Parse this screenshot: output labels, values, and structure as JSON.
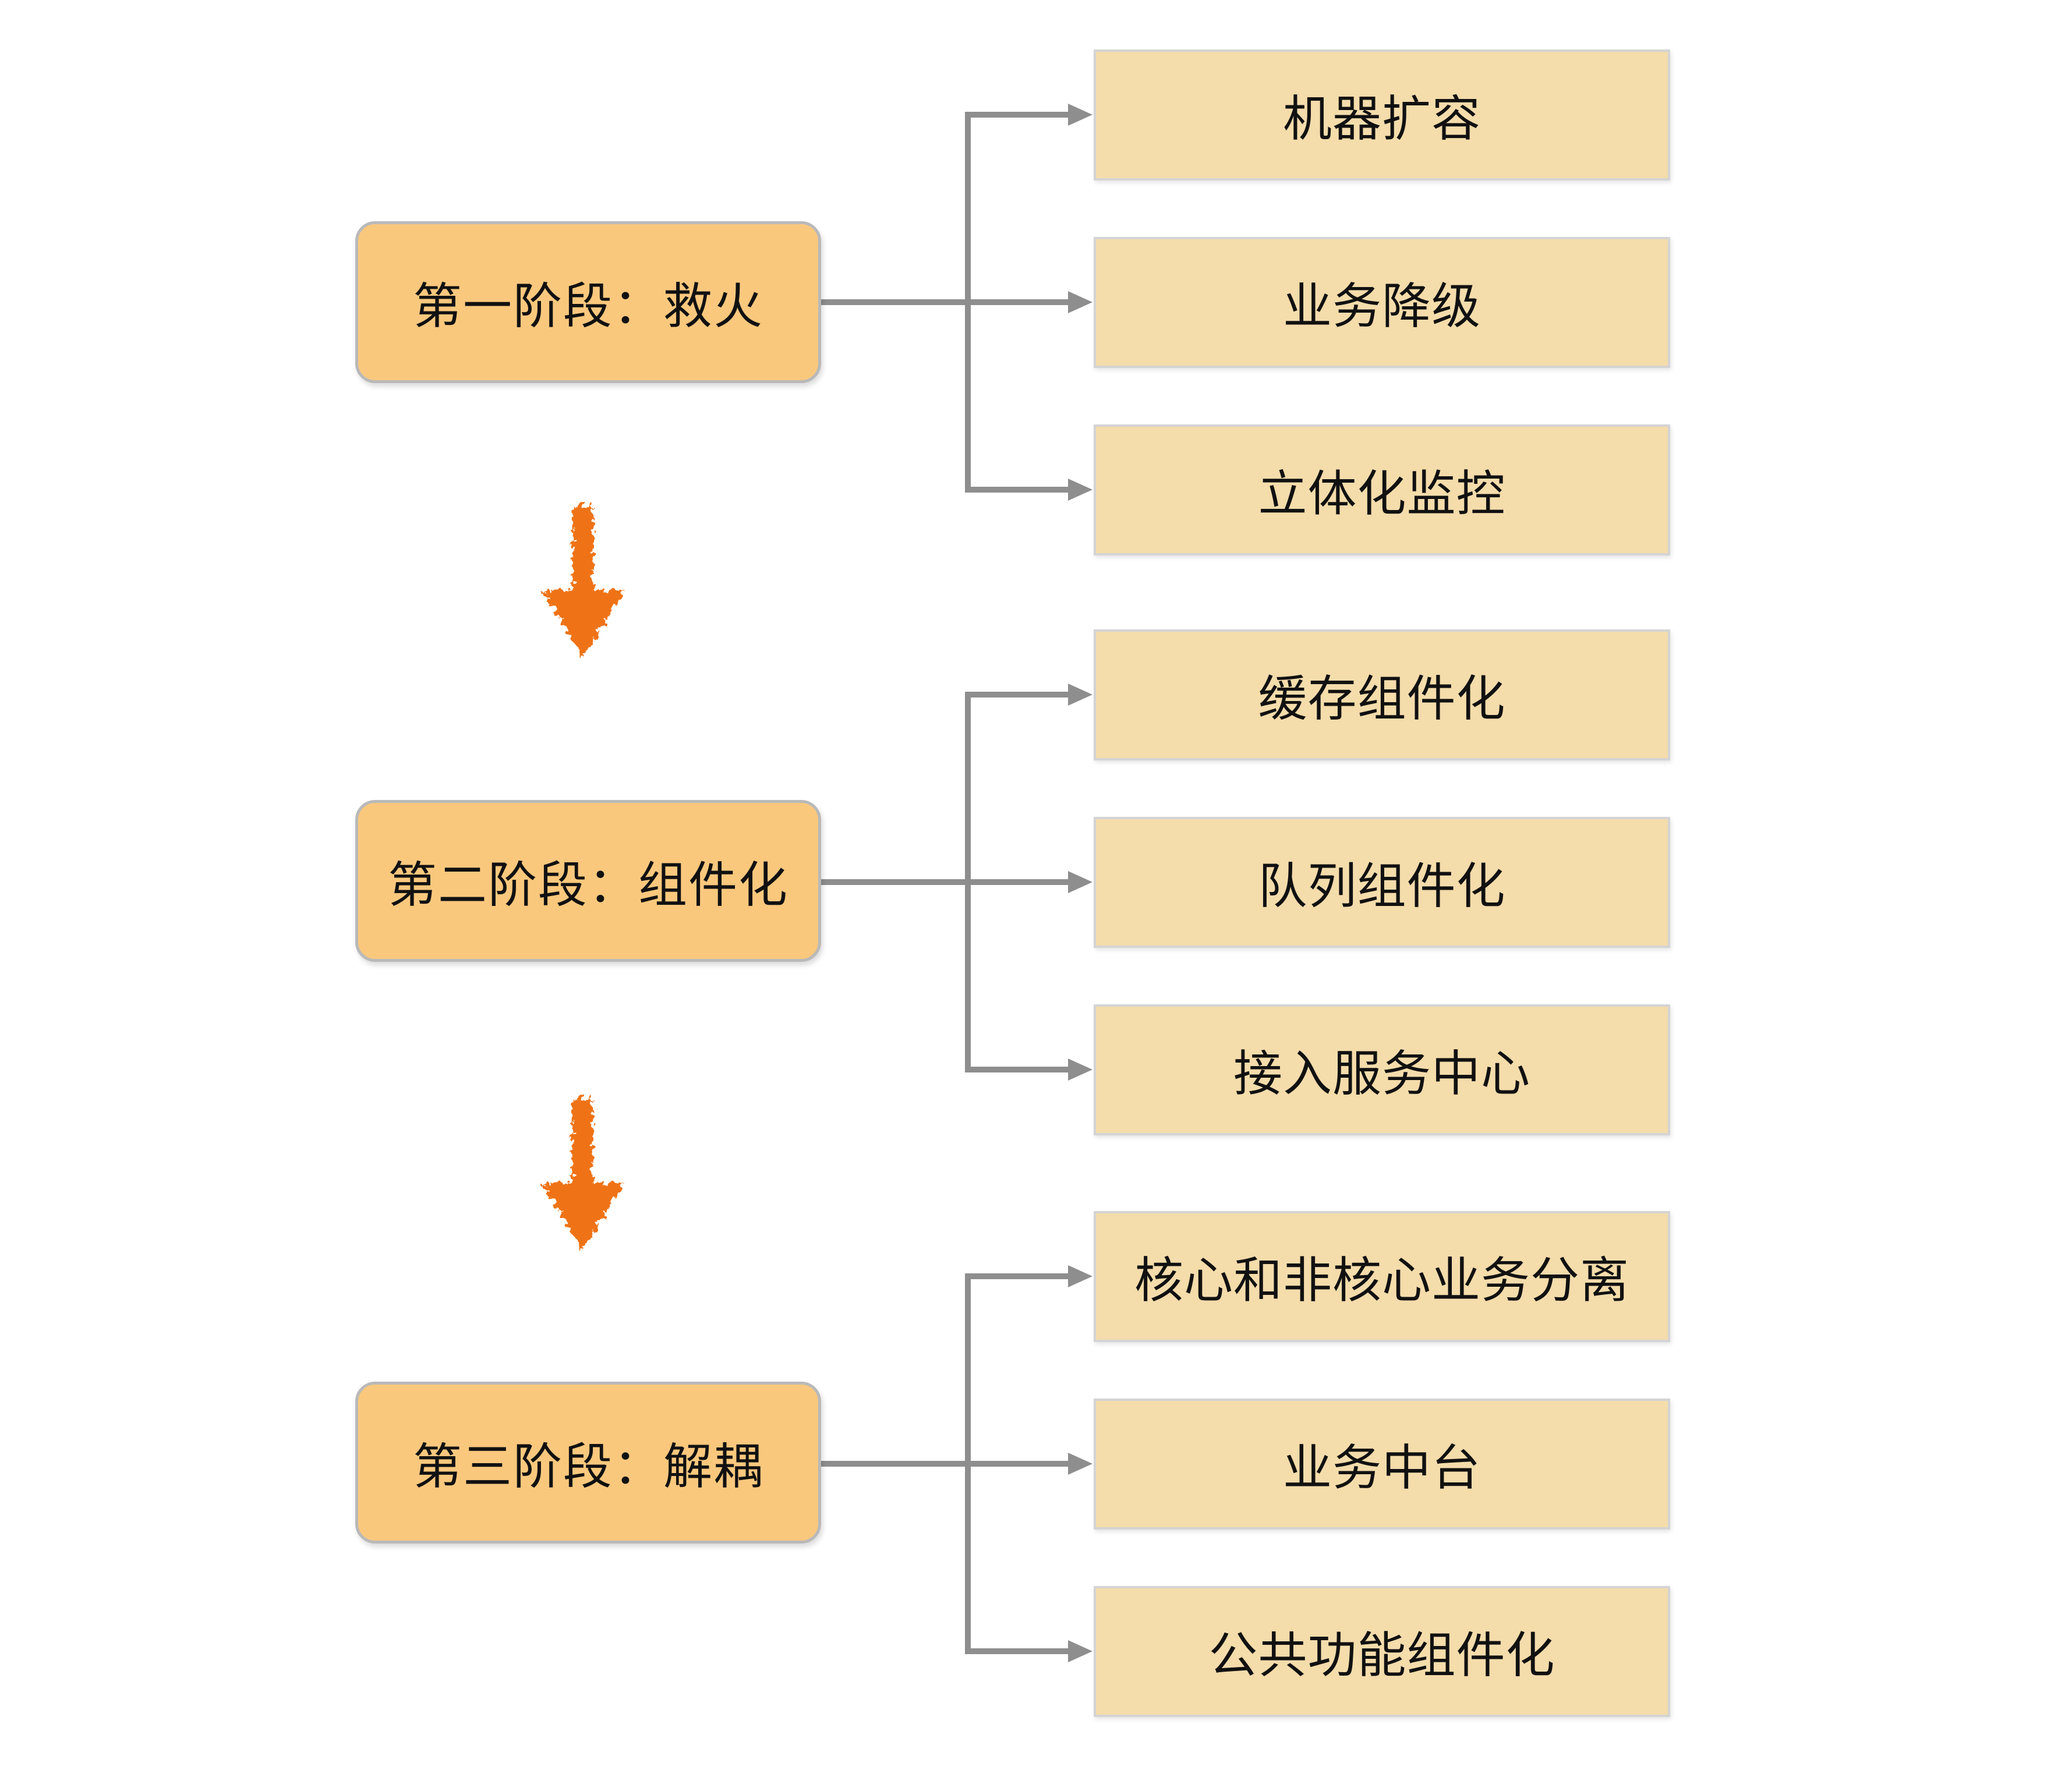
{
  "diagram_type": "flowchart",
  "stages": [
    {
      "label": "第一阶段：救火",
      "items": [
        "机器扩容",
        "业务降级",
        "立体化监控"
      ]
    },
    {
      "label": "第二阶段：组件化",
      "items": [
        "缓存组件化",
        "队列组件化",
        "接入服务中心"
      ]
    },
    {
      "label": "第三阶段：解耦",
      "items": [
        "核心和非核心业务分离",
        "业务中台",
        "公共功能组件化"
      ]
    }
  ],
  "icons": {
    "stage_transition": "down-arrow-icon",
    "branch_pointer": "right-arrowhead-icon"
  },
  "colors": {
    "stage_fill": "#FAC87D",
    "stage_border": "#B9B9B9",
    "item_fill": "#F4DCAB",
    "item_border": "#D4D4D4",
    "connector": "#8E8E8E",
    "transition_arrow": "#EF7318",
    "text": "#111111",
    "background": "#FFFFFF"
  }
}
